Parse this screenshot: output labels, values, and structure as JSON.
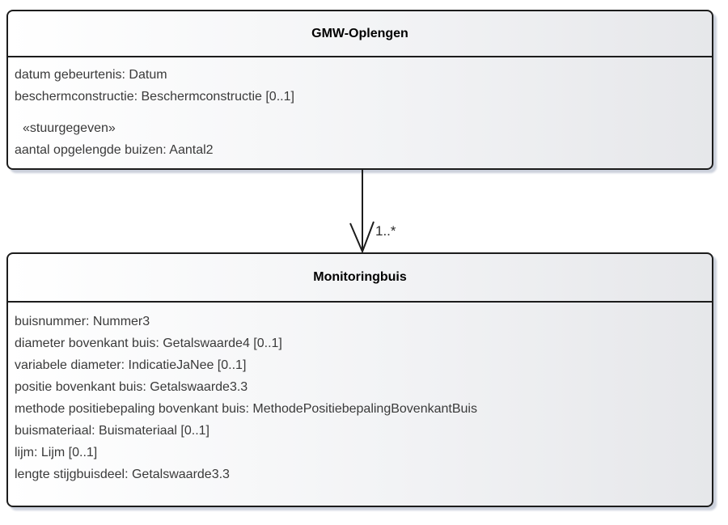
{
  "diagram": {
    "type": "uml-class-diagram",
    "classes": [
      {
        "name": "GMW-Oplengen",
        "attributes": [
          "datum gebeurtenis: Datum",
          "beschermconstructie: Beschermconstructie [0..1]"
        ],
        "stereotype": "«stuurgegeven»",
        "stereotype_attributes": [
          "aantal opgelengde buizen: Aantal2"
        ]
      },
      {
        "name": "Monitoringbuis",
        "attributes": [
          "buisnummer: Nummer3",
          "diameter bovenkant buis: Getalswaarde4 [0..1]",
          "variabele diameter: IndicatieJaNee [0..1]",
          "positie bovenkant buis: Getalswaarde3.3",
          "methode positiebepaling bovenkant buis: MethodePositiebepalingBovenkantBuis",
          "buismateriaal: Buismateriaal [0..1]",
          "lijm: Lijm [0..1]",
          "lengte stijgbuisdeel: Getalswaarde3.3"
        ]
      }
    ],
    "association": {
      "from": "GMW-Oplengen",
      "to": "Monitoringbuis",
      "multiplicity": "1..*"
    },
    "colors": {
      "box_border": "#1c1c1c",
      "box_fill_left": "#ffffff",
      "box_fill_right": "#e6e7ea",
      "box_shadow": "#ccd1dc",
      "title_text": "#000000",
      "attribute_text": "#3a3a3a",
      "background": "#ffffff"
    }
  }
}
